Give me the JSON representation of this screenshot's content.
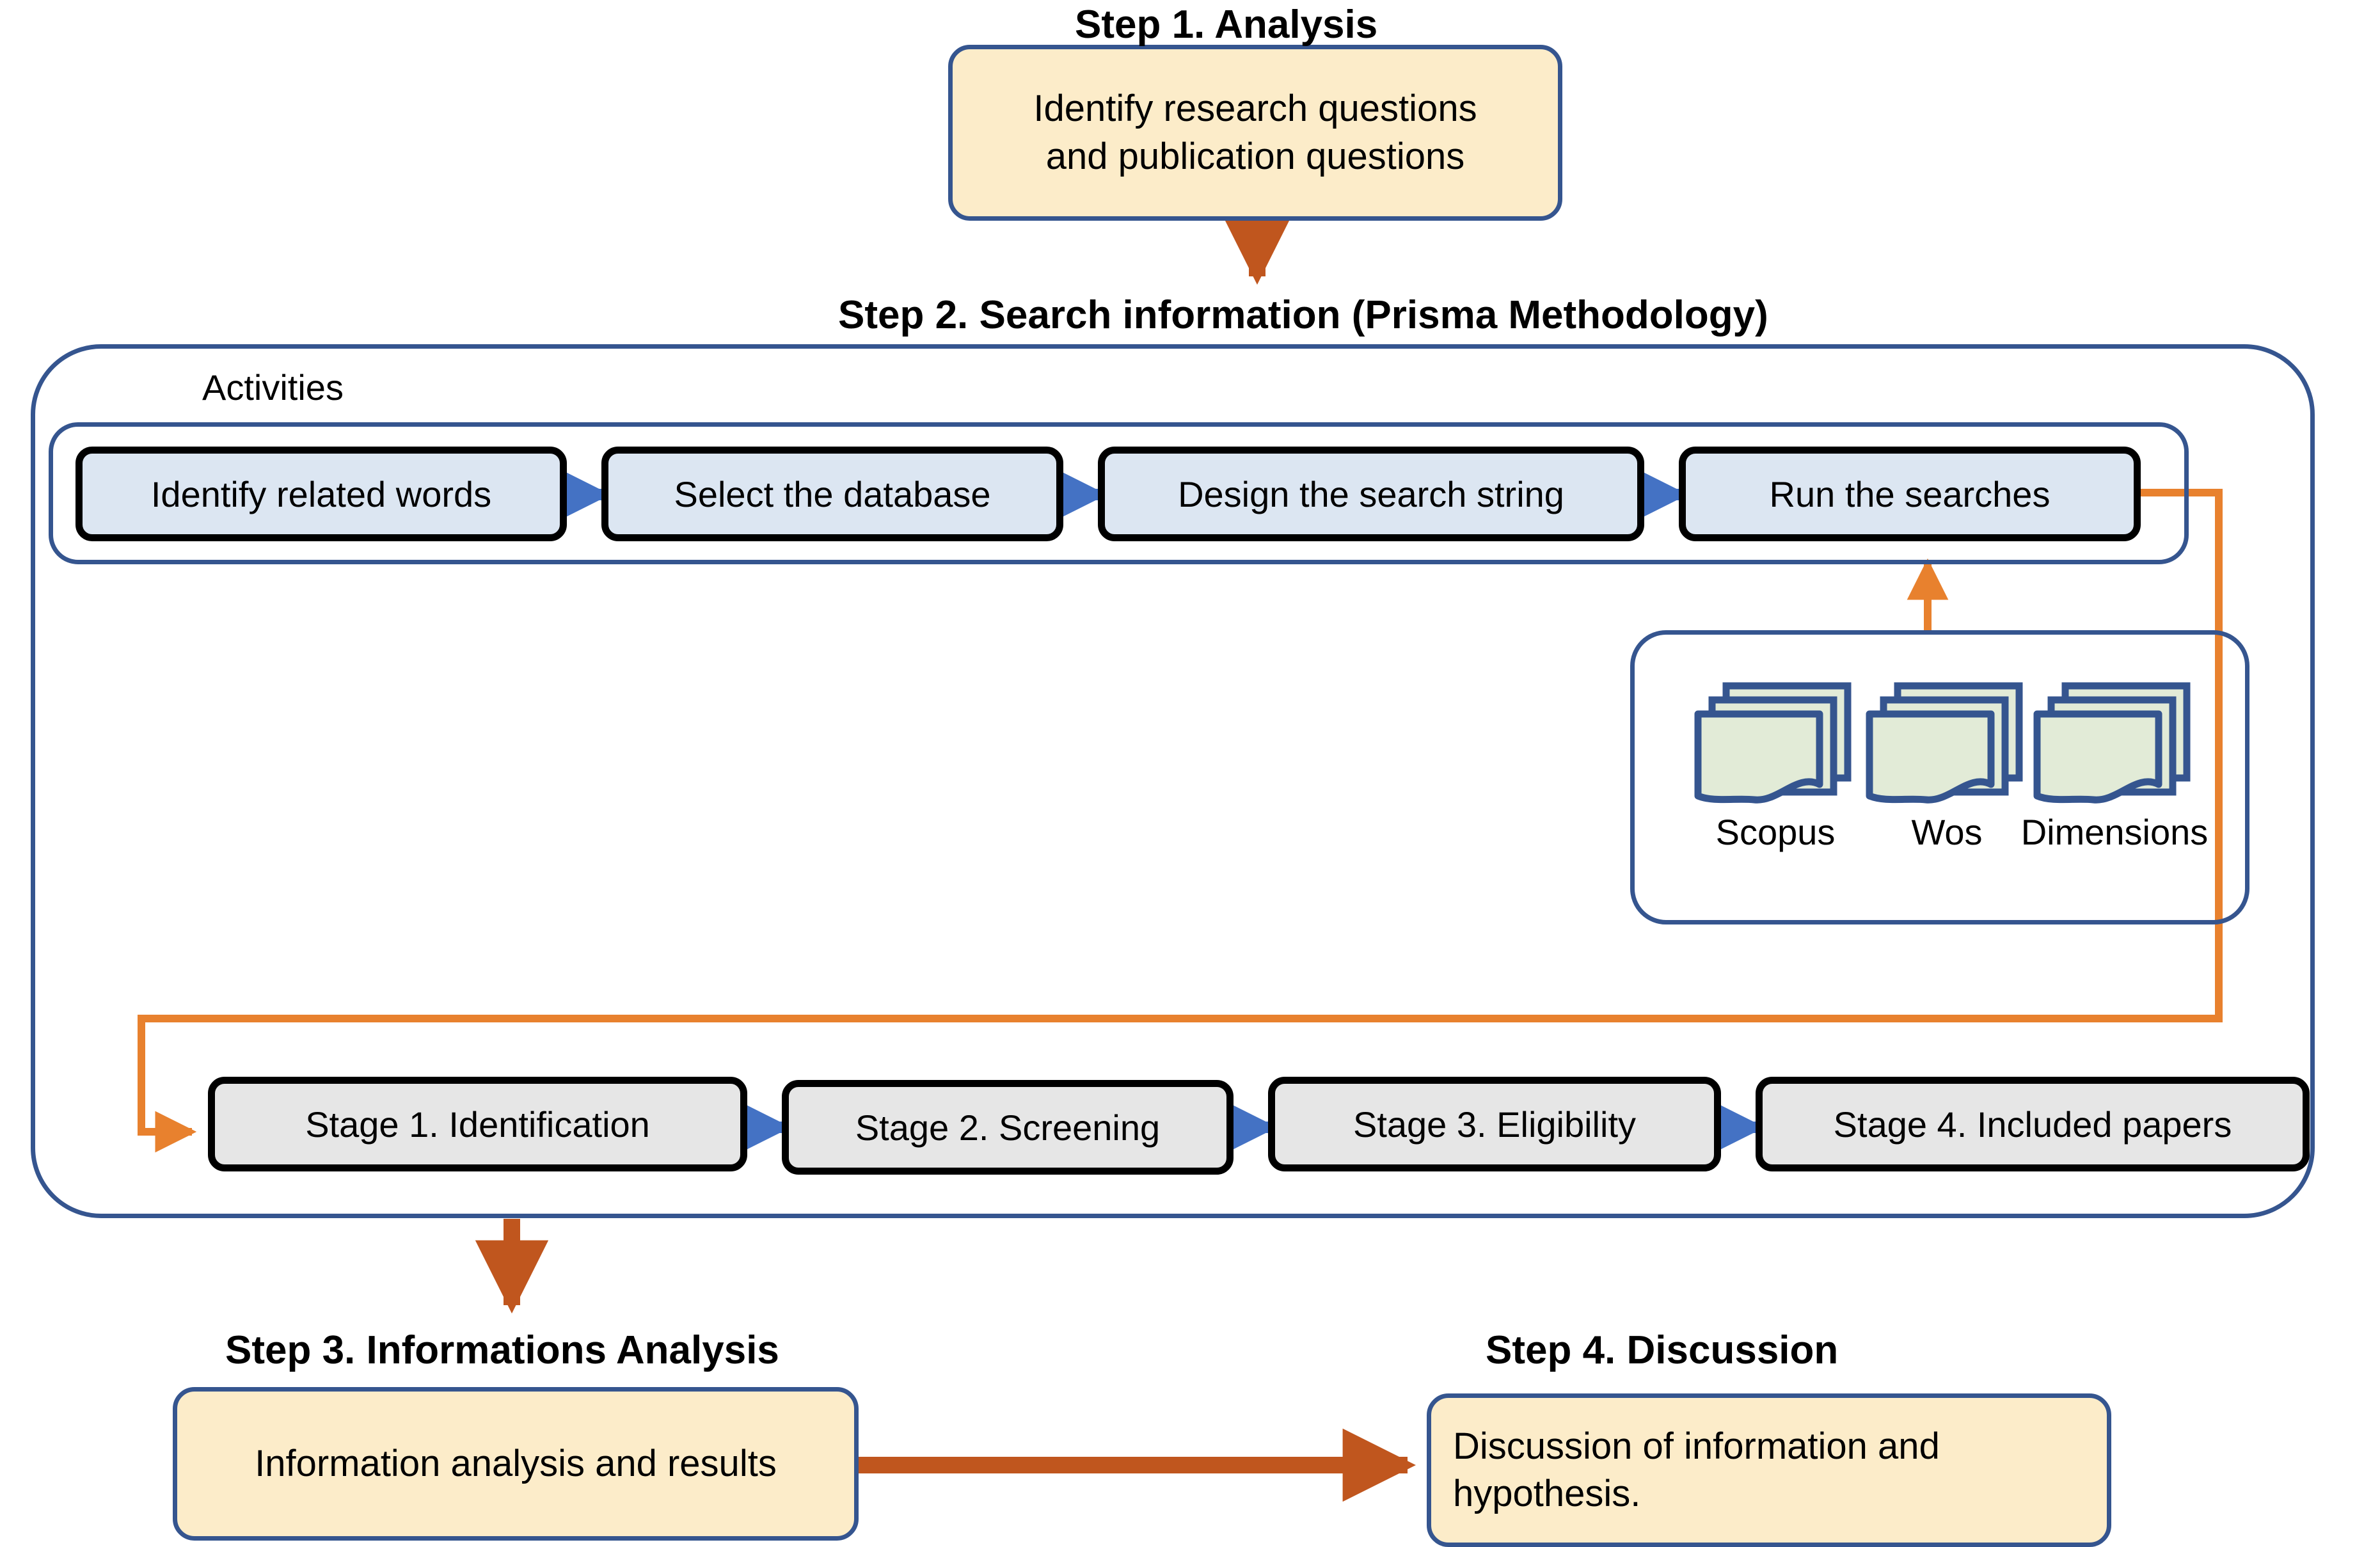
{
  "diagram": {
    "title": "Research methodology flow",
    "colors": {
      "blue_border": "#35558F",
      "cream_fill": "#FCECC9",
      "activity_fill": "#DCE6F2",
      "stage_fill": "#E6E6E6",
      "black_border": "#000000",
      "blue_arrow": "#4472C4",
      "orange_thin": "#E8812E",
      "orange_thick": "#C0561E",
      "doc_fill": "#E2EBD7",
      "doc_border": "#35558F"
    }
  },
  "step1": {
    "caption": "Step 1. Analysis",
    "box_text_line1": "Identify research questions",
    "box_text_line2": "and publication questions"
  },
  "step2": {
    "caption": "Step 2. Search information (Prisma Methodology)",
    "activities_label": "Activities",
    "activities": [
      {
        "label": "Identify related words"
      },
      {
        "label": "Select the database"
      },
      {
        "label": "Design the search string"
      },
      {
        "label": "Run the searches"
      }
    ],
    "databases": [
      {
        "label": "Scopus"
      },
      {
        "label": "Wos"
      },
      {
        "label": "Dimensions"
      }
    ],
    "stages": [
      {
        "label": "Stage 1. Identification"
      },
      {
        "label": "Stage 2. Screening"
      },
      {
        "label": "Stage 3. Eligibility"
      },
      {
        "label": "Stage 4. Included papers"
      }
    ]
  },
  "step3": {
    "caption": "Step 3. Informations Analysis",
    "box_text": "Information analysis and results"
  },
  "step4": {
    "caption": "Step 4. Discussion",
    "box_text_line1": "Discussion of information and",
    "box_text_line2": "hypothesis."
  }
}
